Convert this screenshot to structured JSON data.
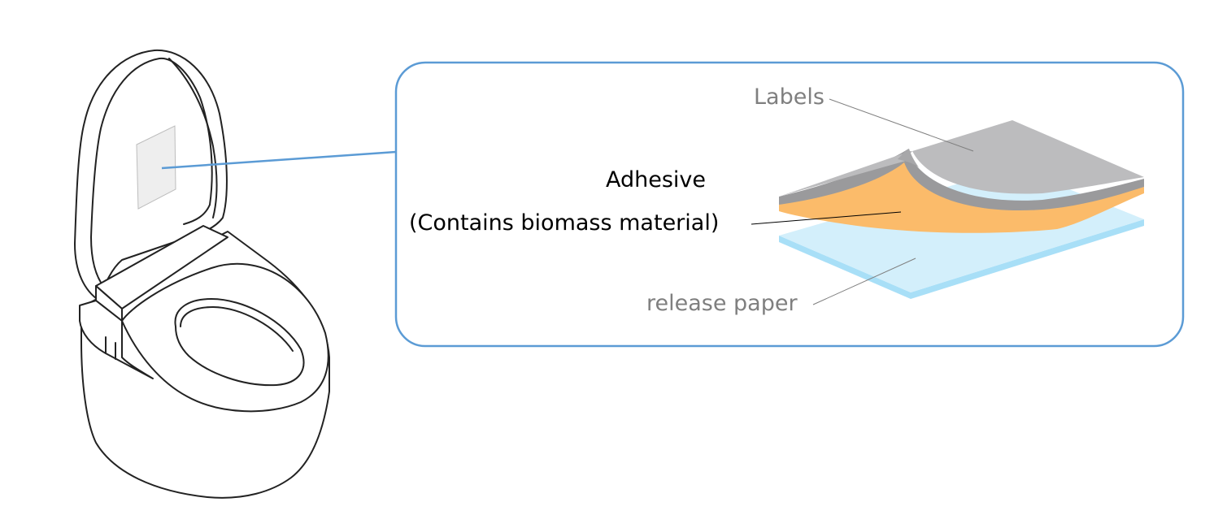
{
  "labels": {
    "labels_layer": "Labels",
    "adhesive_title": "Adhesive",
    "adhesive_note": "(Contains biomass material)",
    "release_paper": "release paper"
  },
  "colors": {
    "callout_border": "#5b9bd5",
    "connector_line": "#5b9bd5",
    "label_layer_top": "#bcbcbe",
    "label_layer_edge": "#9a9a9c",
    "adhesive_layer": "#fbbb6a",
    "release_paper_top": "#d3effb",
    "release_paper_edge": "#a8dff7",
    "muted_text": "#7f7f7f",
    "dark_text": "#000000",
    "outline": "#222222"
  }
}
